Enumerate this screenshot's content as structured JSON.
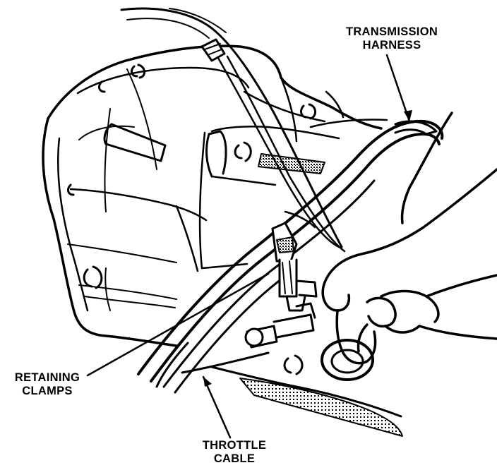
{
  "labels": {
    "transmission_harness": [
      "TRANSMISSION",
      "HARNESS"
    ],
    "retaining_clamps": [
      "RETAINING",
      "CLAMPS"
    ],
    "throttle_cable": [
      "THROTTLE",
      "CABLE"
    ]
  },
  "colors": {
    "ink": "#000000",
    "paper": "#ffffff"
  }
}
